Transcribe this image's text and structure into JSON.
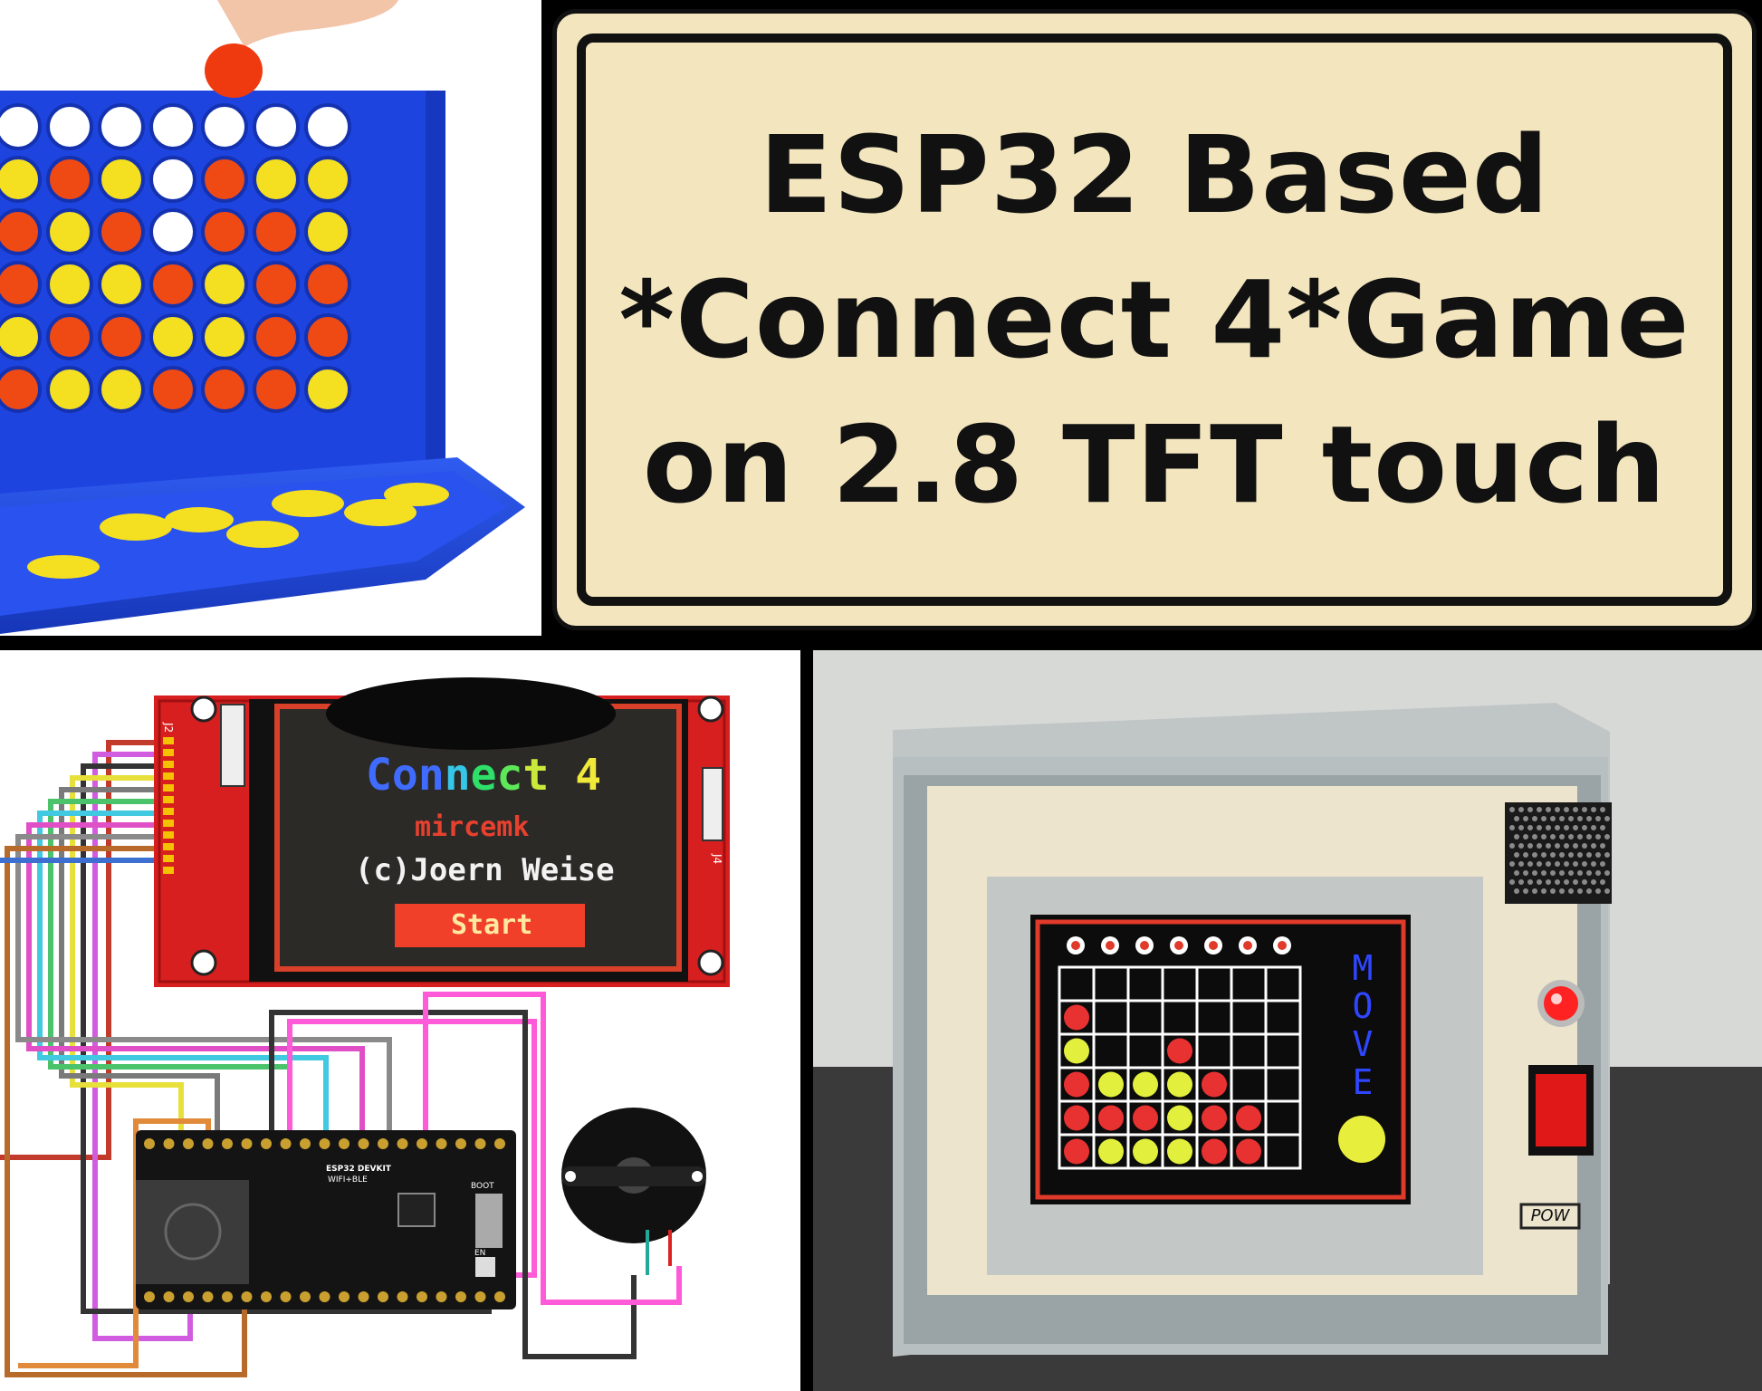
{
  "title": {
    "lines": [
      "ESP32 Based",
      "*Connect 4*Game",
      "on 2.8 TFT touch"
    ]
  },
  "splash_screen": {
    "title_letters": [
      {
        "ch": "C",
        "color": "#3f6bff"
      },
      {
        "ch": "o",
        "color": "#3f6bff"
      },
      {
        "ch": "n",
        "color": "#3f6bff"
      },
      {
        "ch": "n",
        "color": "#36c6e8"
      },
      {
        "ch": "e",
        "color": "#2ee06a"
      },
      {
        "ch": "c",
        "color": "#5de85a"
      },
      {
        "ch": "t",
        "color": "#c9ea3a"
      },
      {
        "ch": " ",
        "color": "#fff"
      },
      {
        "ch": "4",
        "color": "#f1e93a"
      }
    ],
    "author": "mircemk",
    "credit": "(c)Joern Weise",
    "start_label": "Start"
  },
  "device": {
    "move_letters": [
      "M",
      "O",
      "V",
      "E"
    ],
    "power_label": "POW",
    "board_rows": [
      "EEEEEEE",
      "REEEEEE",
      "YEEREEE",
      "RYYYREE",
      "RRRYRRE",
      "RYYYRRE"
    ],
    "current_piece_color": "#e8ee3c",
    "colors": {
      "red": "#e83232",
      "yellow": "#e2ef3c",
      "empty": "#101010"
    }
  },
  "physical_game": {
    "board_rows": [
      "WWWWWWW",
      "YRYWRYY",
      "RYRWRRY",
      "RYYRYRR",
      "YRRYYRR",
      "RYYRRRY"
    ],
    "colors": {
      "red": "#f04a14",
      "yellow": "#f4e020",
      "white": "#ffffff",
      "blue": "#1e44e0"
    }
  },
  "esp32_board": {
    "label_1": "ESP32 DEVKIT",
    "label_2": "WIFI+BLE",
    "boot_label": "BOOT",
    "en_label": "EN"
  },
  "display_module": {
    "j2_label": "J2",
    "j4_label": "J4"
  }
}
